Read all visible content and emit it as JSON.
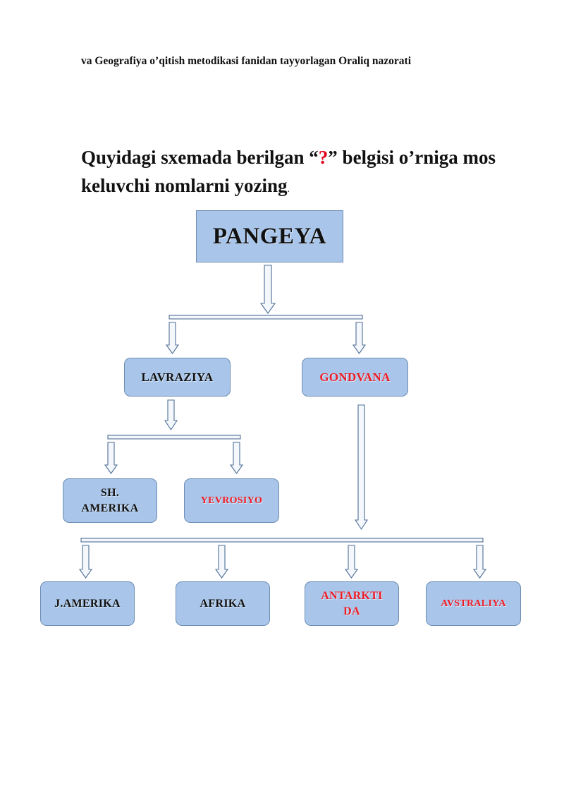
{
  "header": {
    "text": "va Geografiya o’qitish metodikasi fanidan tayyorlagan Oraliq nazorati"
  },
  "question": {
    "part1": "Quyidagi sxemada berilgan “",
    "mark": "?",
    "part2": "” belgisi o’rniga mos keluvchi nomlarni yozing",
    "end": "."
  },
  "colors": {
    "box_fill": "#a9c6ea",
    "box_border": "#6d8db3",
    "answer_red": "#ee1c25",
    "arrow_fill": "#f4f8fc"
  },
  "diagram": {
    "root": "PANGEYA",
    "level1": [
      {
        "label": "LAVRAZIYA",
        "answer": false
      },
      {
        "label": "GONDVANA",
        "answer": true
      }
    ],
    "lavraziya_children": [
      {
        "label": "SH. AMERIKA",
        "answer": false
      },
      {
        "label": "YEVROSIYO",
        "answer": true
      }
    ],
    "gondvana_children": [
      {
        "label": "J.AMERIKA",
        "answer": false
      },
      {
        "label": "AFRIKA",
        "answer": false
      },
      {
        "label": "ANTARKTI DA",
        "answer": true
      },
      {
        "label": "AVSTRALIYA",
        "answer": true
      }
    ]
  }
}
